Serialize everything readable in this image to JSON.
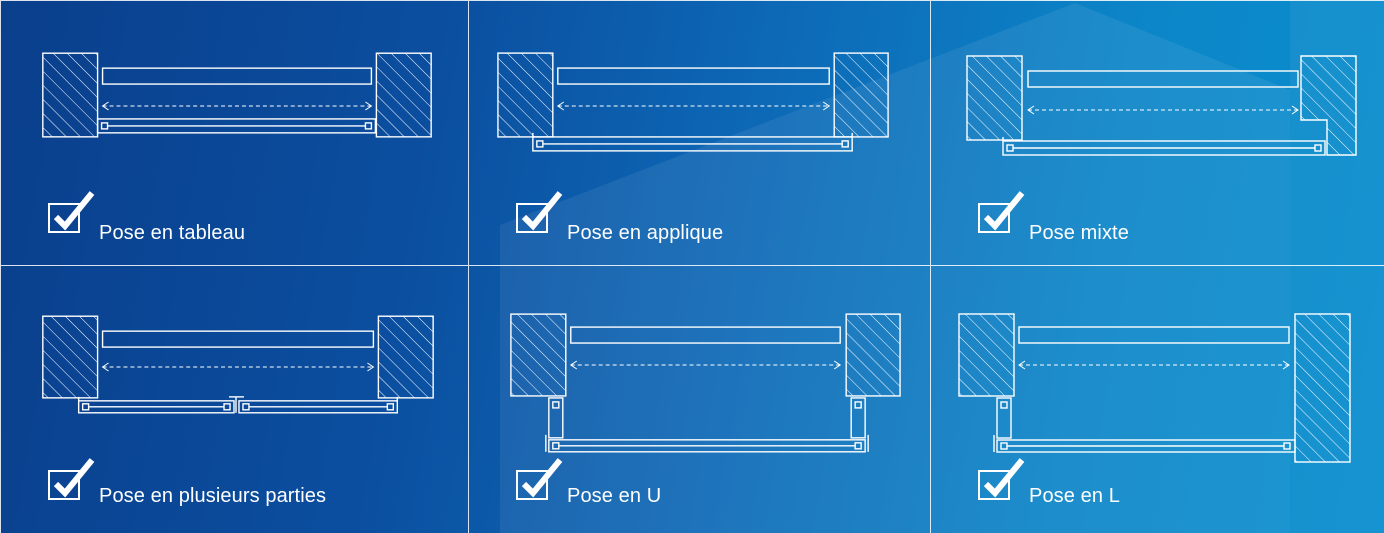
{
  "colors": {
    "line": "#ffffff",
    "bg_dark": "#0a3f8c",
    "bg_light": "#0a8fcf"
  },
  "icons": {
    "check": "checkbox-checked-icon"
  },
  "cells": [
    {
      "label": "Pose en tableau"
    },
    {
      "label": "Pose en applique"
    },
    {
      "label": "Pose mixte"
    },
    {
      "label": "Pose en plusieurs parties"
    },
    {
      "label": "Pose en U"
    },
    {
      "label": "Pose en L"
    }
  ]
}
